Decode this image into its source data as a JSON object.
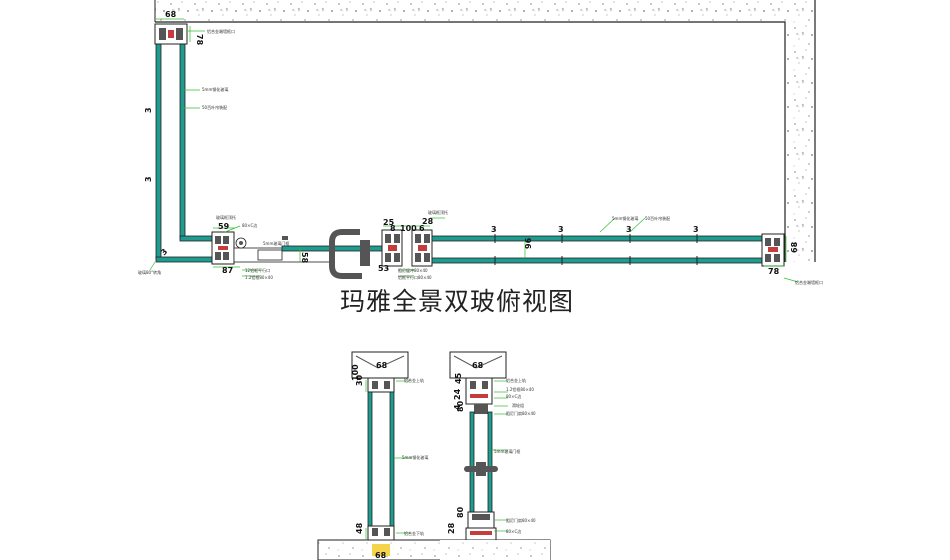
{
  "title": "玛雅全景双玻俯视图",
  "plan": {
    "dims": {
      "top_left_width": "68",
      "top_left_height": "78",
      "left_mark_1": "3",
      "left_mark_2": "3",
      "left_mark_3": "3",
      "end_bl_1": "59",
      "end_bl_2": "87",
      "door_depth": "58",
      "d_25": "25",
      "d_8": "8",
      "d_100": "100",
      "d_6": "6",
      "d_28": "28",
      "d_53": "53",
      "glass_1": "3",
      "glass_2": "3",
      "glass_3": "3",
      "glass_4": "3",
      "height_96": "96",
      "right_68": "68",
      "right_78": "78"
    },
    "notes": {
      "tl_label": "铝合金端墙框口",
      "left_glass": "5mm钢化玻璃",
      "left_louver": "50百叶帘装配",
      "bl_1": "玻璃框顶托",
      "bl_2": "80×C边",
      "bl_3": "12铝框平行口",
      "bl_4": "1.2铝框80×40",
      "door_label": "5mm玻璃门框",
      "mid_1": "玻璃框顶托",
      "mid_2": "阻尼缓冲80×40",
      "mid_3": "铝框平行口80×40",
      "glass_r1": "5mm钢化玻璃",
      "glass_r2": "50百叶帘装配",
      "br_label": "铝合金端墙框口",
      "corner": "玻璃80°转角"
    }
  },
  "sectionA": {
    "dims": {
      "top": "68",
      "h1": "30",
      "h2": "100",
      "b1": "48",
      "bottom": "68"
    },
    "notes": {
      "n1": "铝合金上轨",
      "n2": "5mm钢化玻璃",
      "n3": "铝合金下轨"
    }
  },
  "sectionB": {
    "dims": {
      "top": "68",
      "d45": "45",
      "d24": "24",
      "d4": "4",
      "d80a": "80",
      "d80b": "80",
      "d28": "28"
    },
    "notes": {
      "n1": "铝合金上轨",
      "n2": "1.2铝框80×40",
      "n3": "80×C边",
      "n4": "滑轮组",
      "n5": "阻尼门扇80×40",
      "n6": "5mm玻璃门框",
      "n7": "阻尼门扇80×40",
      "n8": "80×C边"
    }
  }
}
